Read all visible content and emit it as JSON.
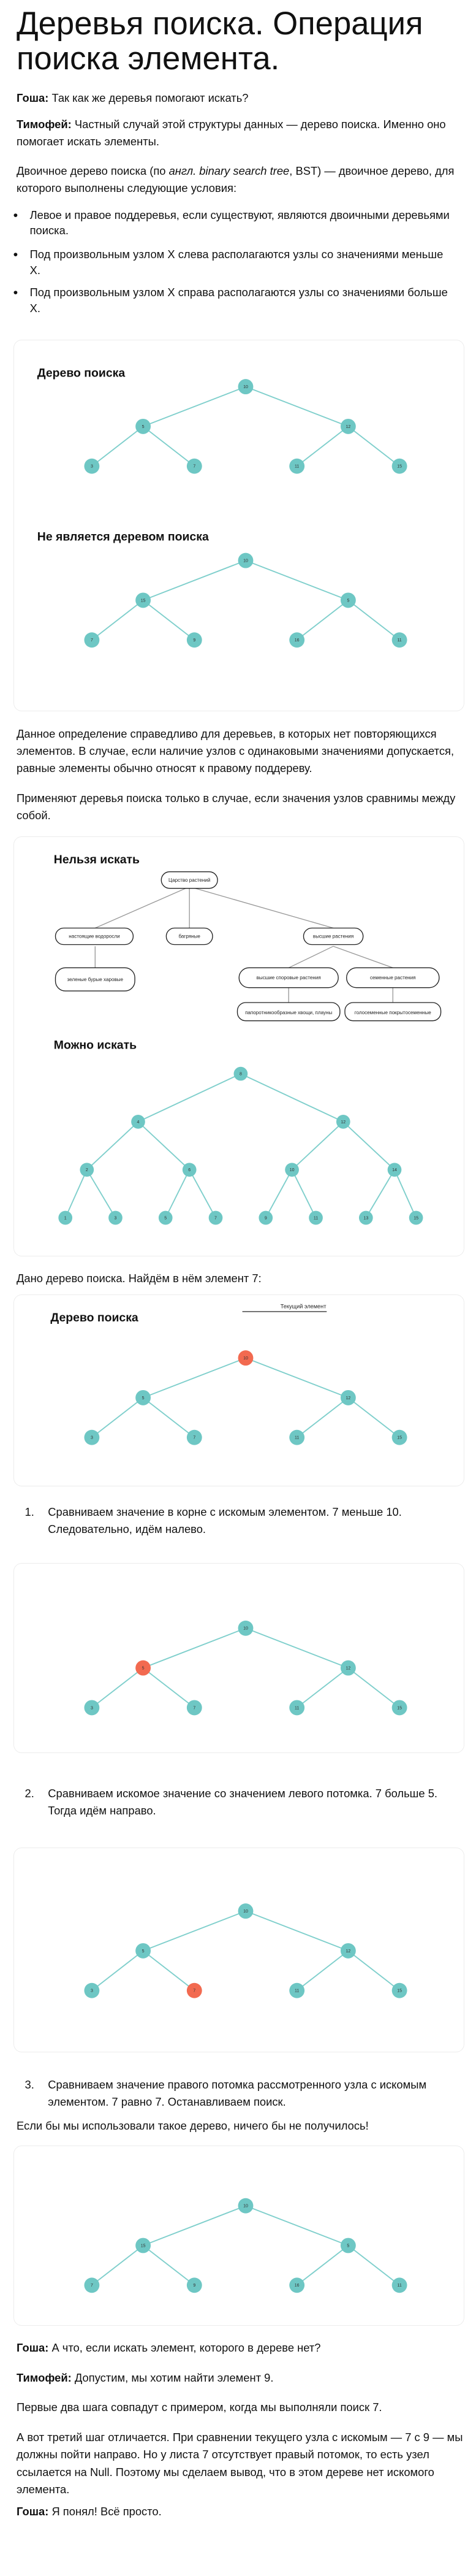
{
  "title": "Деревья поиска. Операция поиска элемента.",
  "dialog1": {
    "speaker1": "Гоша:",
    "line1": " Так как же деревья помогают искать?",
    "speaker2": "Тимофей:",
    "line2": " Частный случай этой структуры данных — дерево поиска. Именно оно помогает искать элементы."
  },
  "definition": {
    "part1": "Двоичное дерево поиска (по ",
    "italic1": "англ. binary search tree",
    "part2": ", BST) — двоичное дерево, для которого выполнены следующие условия:"
  },
  "bullets": [
    "Левое и правое поддеревья, если существуют, являются двоичными деревьями поиска.",
    "Под произвольным узлом X слева располагаются узлы со значениями меньше X.",
    "Под произвольным узлом X справа располагаются узлы со значениями больше X."
  ],
  "diagram_headings": {
    "search_tree": "Дерево поиска",
    "not_search_tree": "Не является деревом поиска",
    "cannot_search": "Нельзя искать",
    "can_search": "Можно искать",
    "search_tree2": "Дерево поиска"
  },
  "paragraph_unique": "Данное определение справедливо для деревьев, в которых нет повторяющихся элементов. В случае, если наличие узлов с одинаковыми значениями допускается, равные элементы обычно относят к правому поддереву.",
  "paragraph_comparable": "Применяют деревья поиска только в случае, если значения узлов сравнимы между собой.",
  "tree_values": {
    "bst": [
      "10",
      "5",
      "12",
      "3",
      "7",
      "11",
      "15"
    ],
    "not_bst": [
      "10",
      "15",
      "5",
      "7",
      "9",
      "16",
      "11"
    ],
    "can": [
      "8",
      "4",
      "12",
      "2",
      "6",
      "10",
      "14",
      "1",
      "3",
      "5",
      "7",
      "9",
      "11",
      "13",
      "15"
    ]
  },
  "plants": {
    "root": "Царство растений",
    "a": "настоящие водоросли",
    "b": "багряные",
    "c": "высшие растения",
    "d": "зеленые бурые харовые",
    "e": "высшие споровые растения",
    "f": "семенные растения",
    "g": "папоротникообразные хвощи, плауны",
    "h": "голосеменные покрытосеменные"
  },
  "annotation_current": "Текущий элемент",
  "paragraph_given": "Дано дерево поиска. Найдём в нём элемент 7:",
  "steps": [
    {
      "n": "1.",
      "text": "Сравниваем значение в корне с искомым элементом. 7 меньше 10. Следовательно, идём налево."
    },
    {
      "n": "2.",
      "text": "Сравниваем искомое значение со значением левого потомка. 7 больше 5. Тогда идём направо."
    },
    {
      "n": "3.",
      "text": "Сравниваем значение правого потомка рассмотренного узла с искомым элементом. 7 равно 7. Останавливаем поиск."
    }
  ],
  "paragraph_other": "Если бы мы использовали такое дерево, ничего бы не получилось!",
  "dialog2": {
    "speaker1": "Гоша:",
    "line1": " А что, если искать элемент, которого в дереве нет?",
    "speaker2": "Тимофей:",
    "line2": " Допустим, мы хотим найти элемент 9."
  },
  "paragraph_first_two": "Первые два шага совпадут с примером, когда мы выполняли поиск 7.",
  "paragraph_third": "А вот третий шаг отличается. При сравнении текущего узла с искомым — 7 с 9 — мы должны пойти направо. Но у листа 7 отсутствует правый потомок, то есть узел ссылается на Null. Поэтому мы сделаем вывод, что в этом дереве нет искомого элемента.",
  "dialog3": {
    "speaker1": "Гоша:",
    "line1": " Я понял! Всё просто."
  },
  "colors": {
    "node": "#6ec7c4",
    "highlight": "#f26a50",
    "edge": "#7fcfcc"
  }
}
